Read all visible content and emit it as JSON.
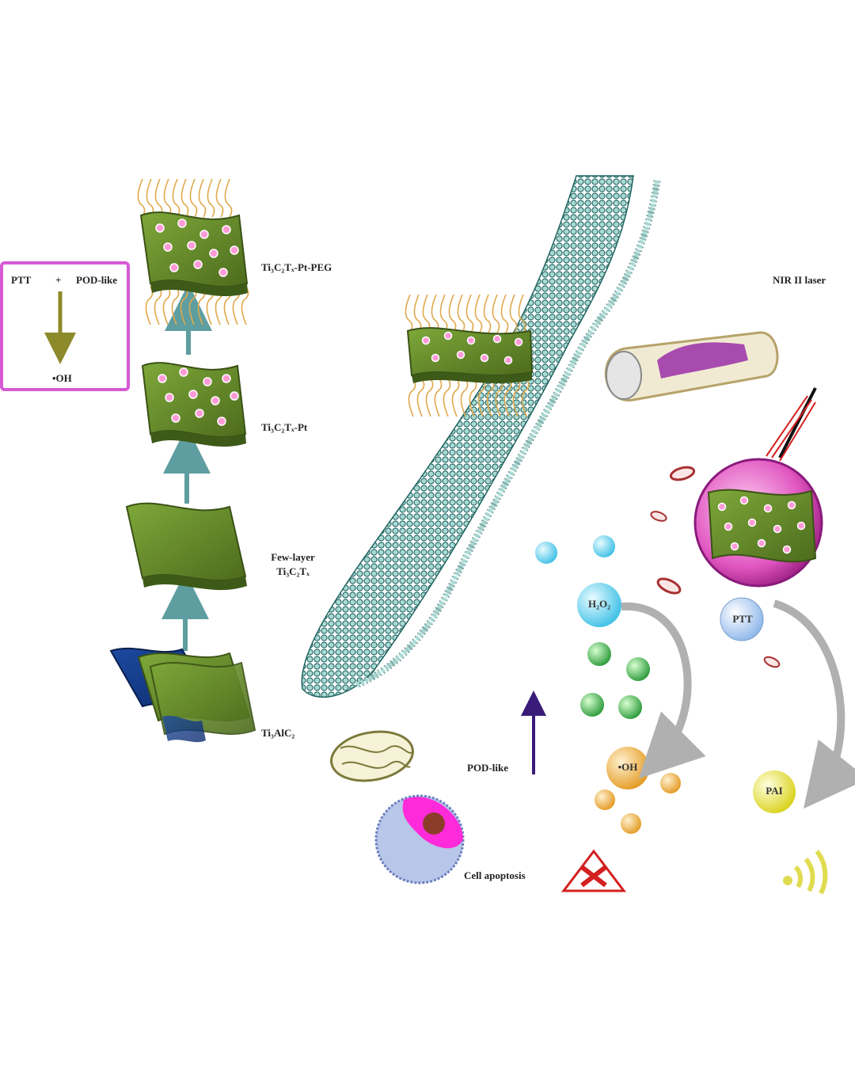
{
  "legend_box": {
    "ptt": "PTT",
    "plus": "+",
    "pod_like": "POD-like",
    "oh_radical": "•OH"
  },
  "synthesis_steps": [
    {
      "id": "ti3alc2",
      "label": "Ti₃AlC₂"
    },
    {
      "id": "few_layer",
      "label_line1": "Few-layer",
      "label_line2": "Ti₃C₂Tₓ"
    },
    {
      "id": "pt",
      "label": "Ti₃C₂Tₓ-Pt"
    },
    {
      "id": "pt_peg",
      "label": "Ti₃C₂Tₓ-Pt-PEG"
    }
  ],
  "laser_label": "NIR II laser",
  "bubbles": {
    "h2o2": "H₂O₂",
    "oh": "•OH",
    "ptt": "PTT",
    "pai": "PAI"
  },
  "pod_like_label": "POD-like",
  "cell_apoptosis_label": "Cell apoptosis",
  "colors": {
    "sheet_green": "#6b8e23",
    "dna_teal": "#2e7b76",
    "arrow_teal": "#5f9ea0",
    "box_magenta": "#d65ad6",
    "pink_dot": "#ff8fcf",
    "h2o2_blue": "#56c8e8",
    "oh_orange": "#e8a534",
    "ptt_blue": "#9ec3ee",
    "pai_yellow": "#e8e23a",
    "ros_green": "#3aa845"
  }
}
